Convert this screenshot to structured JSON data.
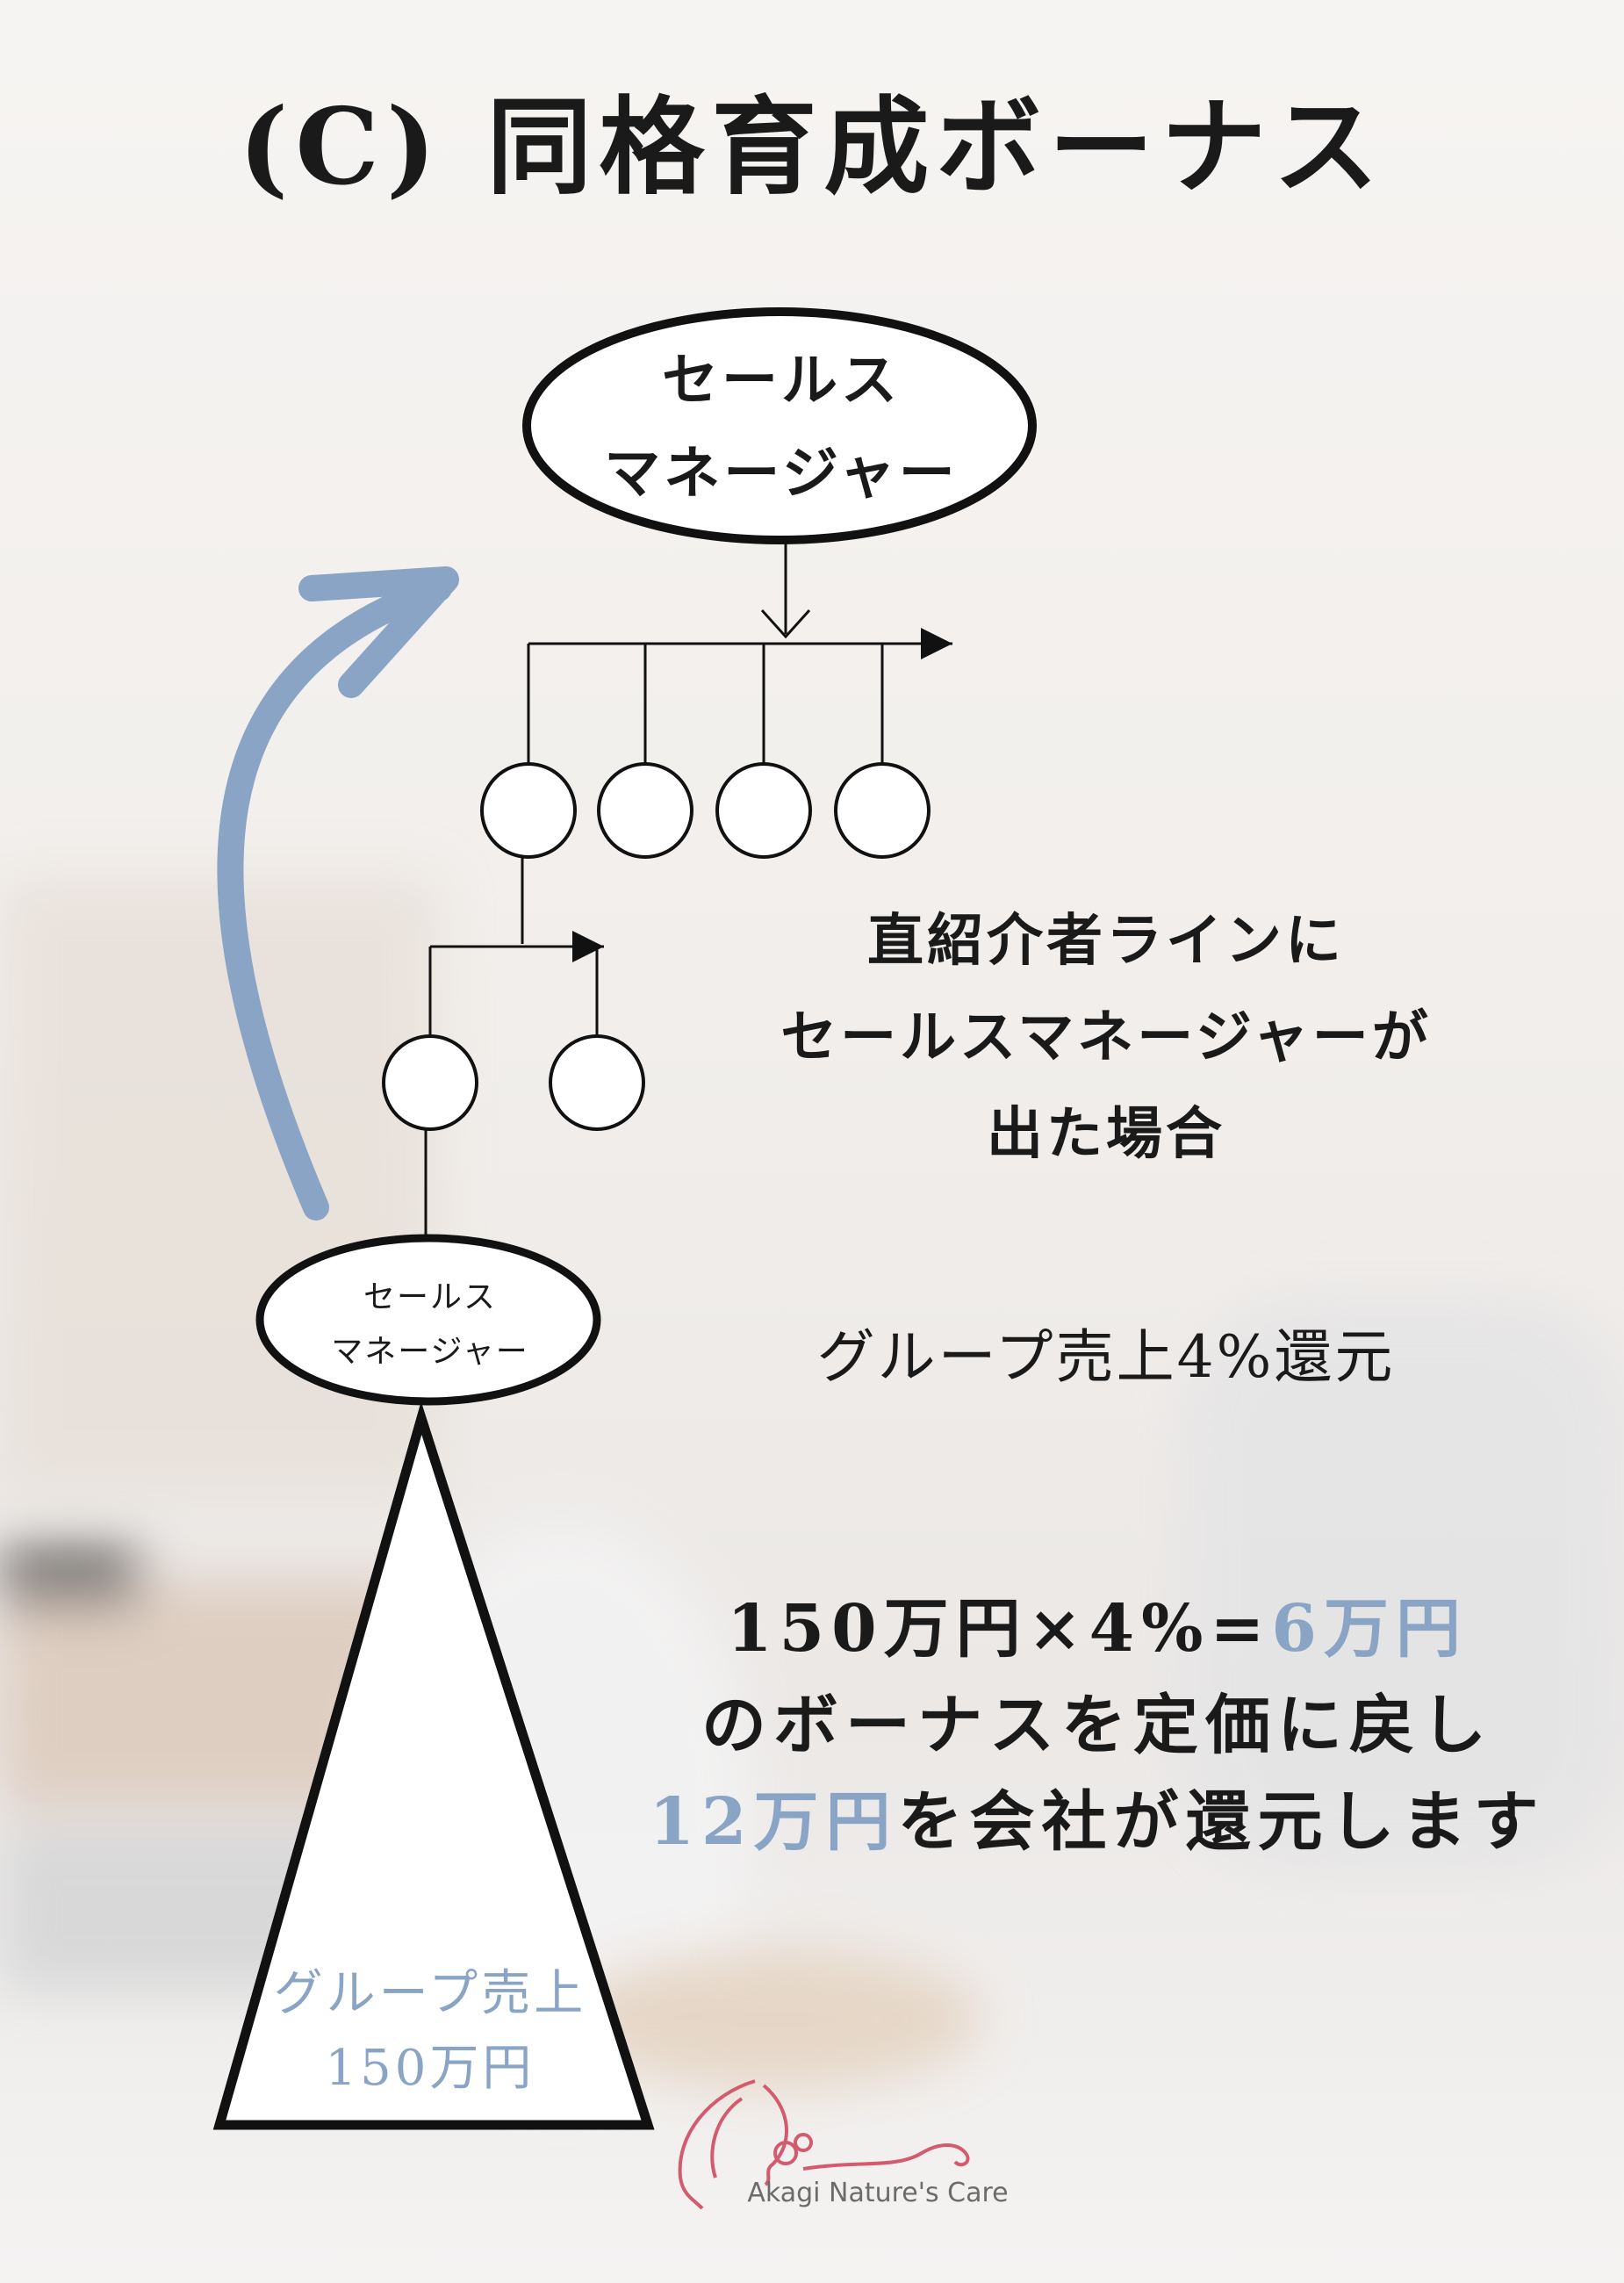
{
  "title": "(C) 同格育成ボーナス",
  "top_node": {
    "line1": "セールス",
    "line2": "マネージャー"
  },
  "bottom_node": {
    "line1": "セールス",
    "line2": "マネージャー"
  },
  "condition": {
    "line1": "直紹介者ラインに",
    "line2": "セールスマネージャーが",
    "line3": "出た場合"
  },
  "rate_label": "グループ売上4%還元",
  "calculation": {
    "line1_prefix": "150万円×4%=",
    "line1_result": "6万円",
    "line2": "のボーナスを定価に戻し",
    "line3_highlight": "12万円",
    "line3_suffix": "を会社が還元します"
  },
  "triangle": {
    "line1": "グループ売上",
    "line2": "150万円"
  },
  "logo": {
    "name": "Akagi Nature's Care"
  },
  "colors": {
    "accent": "#8aa4c6",
    "arrow": "#8aa4c6",
    "ink": "#111111",
    "logo_pink": "#d45a6e"
  },
  "icons": {
    "arrow": "curved-up-arrow-icon",
    "logo": "face-silhouette-logo-icon"
  }
}
